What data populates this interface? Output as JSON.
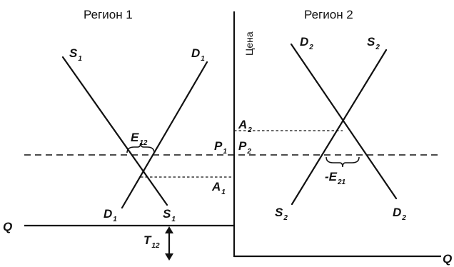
{
  "regions": {
    "region1_title": "Регион 1",
    "region2_title": "Регион 2"
  },
  "axes": {
    "price_label": "Цена",
    "quantity_label_left": "Q",
    "quantity_label_right": "Q"
  },
  "region1": {
    "supply_top": {
      "base": "S",
      "sub": "1"
    },
    "demand_top": {
      "base": "D",
      "sub": "1"
    },
    "demand_bottom": {
      "base": "D",
      "sub": "1"
    },
    "supply_bottom": {
      "base": "S",
      "sub": "1"
    },
    "excess_supply": {
      "base": "E",
      "sub": "12"
    },
    "autarky_price": {
      "base": "A",
      "sub": "1"
    },
    "trade_price": {
      "base": "P",
      "sub": "1"
    }
  },
  "region2": {
    "demand_top": {
      "base": "D",
      "sub": "2"
    },
    "supply_top": {
      "base": "S",
      "sub": "2"
    },
    "supply_bottom": {
      "base": "S",
      "sub": "2"
    },
    "demand_bottom": {
      "base": "D",
      "sub": "2"
    },
    "excess_demand": {
      "base": "-E",
      "sub": "21"
    },
    "autarky_price": {
      "base": "A",
      "sub": "2"
    },
    "trade_price": {
      "base": "P",
      "sub": "2"
    }
  },
  "transport_cost": {
    "base": "T",
    "sub": "12"
  }
}
